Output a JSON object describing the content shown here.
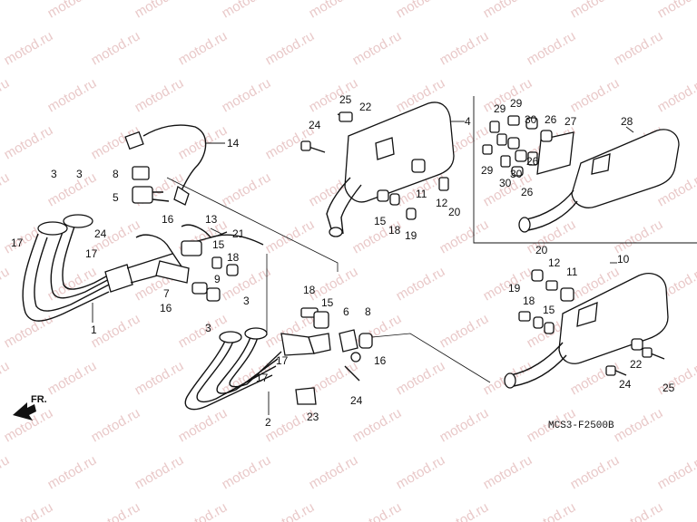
{
  "watermark": "motod.ru",
  "diagram_code": "MCS3-F2500B",
  "front_label": "FR.",
  "callouts": [
    "1",
    "2",
    "3",
    "4",
    "5",
    "6",
    "7",
    "8",
    "9",
    "10",
    "11",
    "12",
    "13",
    "14",
    "15",
    "16",
    "17",
    "18",
    "19",
    "20",
    "21",
    "22",
    "23",
    "24",
    "25",
    "26",
    "27",
    "28",
    "29",
    "30"
  ]
}
